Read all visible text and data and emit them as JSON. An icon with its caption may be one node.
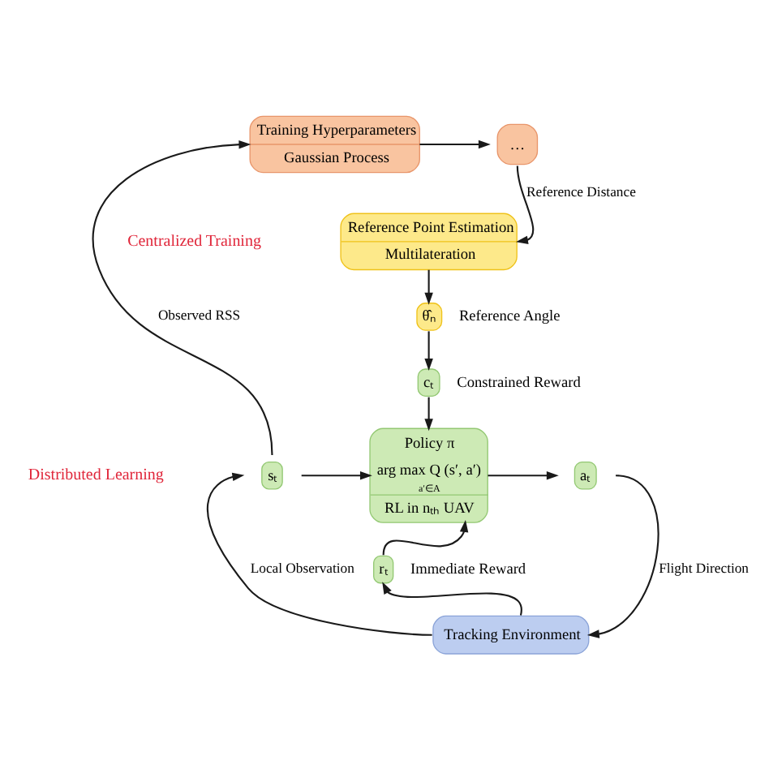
{
  "diagram": {
    "nodes": [
      {
        "text": [
          "Training Hyperparameters",
          "Gaussian Process"
        ]
      },
      {
        "text": [
          "…"
        ]
      },
      {
        "text": [
          "Reference Point Estimation",
          "Multilateration"
        ]
      },
      {
        "text": [
          "θ̂ₙ"
        ],
        "beside": [
          "Reference Angle"
        ]
      },
      {
        "text": [
          "cₜ"
        ],
        "beside": [
          "Constrained Reward"
        ]
      },
      {
        "text": [
          "Policy π",
          "arg max Q (s′, a′)",
          "a′∈A",
          "RL in nₜₕ UAV"
        ]
      },
      {
        "text": [
          "sₜ"
        ]
      },
      {
        "text": [
          "aₜ"
        ]
      },
      {
        "text": [
          "rₜ"
        ],
        "beside": [
          "Immediate Reward"
        ]
      },
      {
        "text": [
          "Tracking Environment"
        ]
      }
    ],
    "edges": [
      {
        "from": 6,
        "to": 0,
        "arrow": "to",
        "label": "Observed RSS"
      },
      {
        "from": 0,
        "to": 1,
        "arrow": "to"
      },
      {
        "from": 1,
        "to": 2,
        "arrow": "to",
        "label": "Reference Distance"
      },
      {
        "from": 2,
        "to": 3,
        "arrow": "to"
      },
      {
        "from": 3,
        "to": 4,
        "arrow": "to"
      },
      {
        "from": 4,
        "to": 5,
        "arrow": "to"
      },
      {
        "from": 6,
        "to": 5,
        "arrow": "to"
      },
      {
        "from": 5,
        "to": 7,
        "arrow": "to"
      },
      {
        "from": 7,
        "to": 9,
        "arrow": "to",
        "label": "Flight Direction"
      },
      {
        "from": 9,
        "to": 8,
        "arrow": "to"
      },
      {
        "from": 8,
        "to": 5,
        "arrow": "to"
      },
      {
        "from": 9,
        "to": 6,
        "arrow": "to",
        "label": "Local Observation"
      }
    ],
    "labels": [
      "Centralized Training",
      "Distributed Learning"
    ]
  }
}
